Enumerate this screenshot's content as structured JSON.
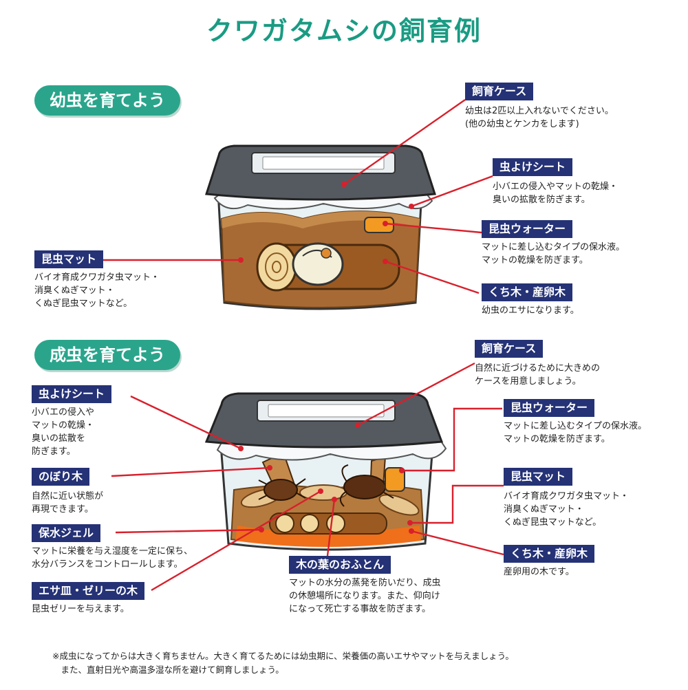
{
  "title": "クワガタムシの飼育例",
  "larva": {
    "heading": "幼虫を育てよう",
    "labels": [
      {
        "name": "飼育ケース",
        "desc": "幼虫は2匹以上入れないでください。\n(他の幼虫とケンカをします)"
      },
      {
        "name": "虫よけシート",
        "desc": "小バエの侵入やマットの乾燥・\n臭いの拡散を防ぎます。"
      },
      {
        "name": "昆虫ウォーター",
        "desc": "マットに差し込むタイプの保水液。\nマットの乾燥を防ぎます。"
      },
      {
        "name": "くち木・産卵木",
        "desc": "幼虫のエサになります。"
      },
      {
        "name": "昆虫マット",
        "desc": "バイオ育成クワガタ虫マット・\n消臭くぬぎマット・\nくぬぎ昆虫マットなど。"
      }
    ]
  },
  "adult": {
    "heading": "成虫を育てよう",
    "labels": [
      {
        "name": "飼育ケース",
        "desc": "自然に近づけるために大きめの\nケースを用意しましょう。"
      },
      {
        "name": "昆虫ウォーター",
        "desc": "マットに差し込むタイプの保水液。\nマットの乾燥を防ぎます。"
      },
      {
        "name": "昆虫マット",
        "desc": "バイオ育成クワガタ虫マット・\n消臭くぬぎマット・\nくぬぎ昆虫マットなど。"
      },
      {
        "name": "くち木・産卵木",
        "desc": "産卵用の木です。"
      },
      {
        "name": "虫よけシート",
        "desc": "小バエの侵入や\nマットの乾燥・\n臭いの拡散を\n防ぎます。"
      },
      {
        "name": "のぼり木",
        "desc": "自然に近い状態が\n再現できます。"
      },
      {
        "name": "保水ジェル",
        "desc": "マットに栄養を与え湿度を一定に保ち、\n水分バランスをコントロールします。"
      },
      {
        "name": "エサ皿・ゼリーの木",
        "desc": "昆虫ゼリーを与えます。"
      },
      {
        "name": "木の葉のおふとん",
        "desc": "マットの水分の蒸発を防いだり、成虫\nの休憩場所になります。また、仰向け\nになって死亡する事故を防ぎます。"
      }
    ]
  },
  "footnote": "※成虫になってからは大きく育ちません。大きく育てるためには幼虫期に、栄養価の高いエサやマットを与えましょう。\n　また、直射日光や高温多湿な所を避けて飼育しましょう。",
  "colors": {
    "accent": "#2aa58c",
    "title": "#1a9b83",
    "label_bg": "#253276",
    "leader": "#d8202c"
  }
}
